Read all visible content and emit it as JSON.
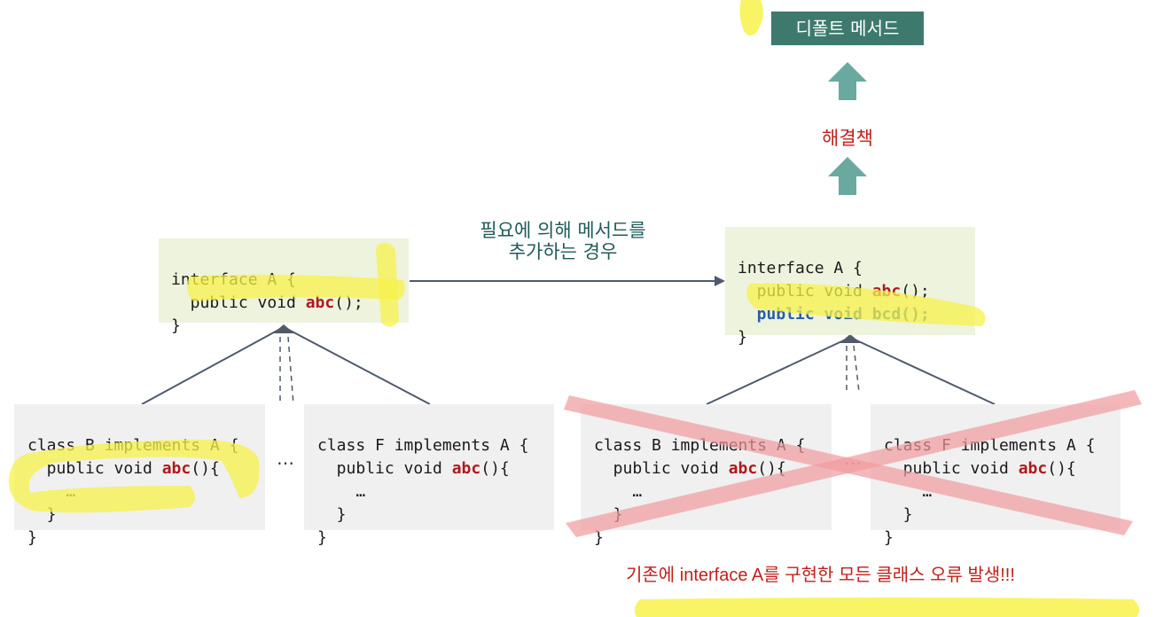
{
  "colors": {
    "interface_bg": "#eef3dd",
    "class_bg": "#f0f0f0",
    "badge_bg": "#3d7a6d",
    "arrow_teal": "#6aa9a0",
    "highlight_yellow": "#fbf86a",
    "cross_red": "#f19a9d",
    "method_red": "#b0191c",
    "method_blue": "#2a5ea8"
  },
  "top": {
    "badge": "디폴트 메서드",
    "solution": "해결책"
  },
  "middle_label": {
    "line1": "필요에 의해 메서드를",
    "line2": "추가하는 경우"
  },
  "left": {
    "interface": {
      "line1": "interface A {",
      "line2_prefix": "  public void ",
      "method": "abc",
      "line2_suffix": "();",
      "line3": "}"
    },
    "class_b": {
      "line1": "class B implements A {",
      "line2_prefix": "  public void ",
      "method": "abc",
      "line2_suffix": "(){",
      "line3": "    …",
      "line4": "  }",
      "line5": "}"
    },
    "class_f": {
      "line1": "class F implements A {",
      "line2_prefix": "  public void ",
      "method": "abc",
      "line2_suffix": "(){",
      "line3": "    …",
      "line4": "  }",
      "line5": "}"
    },
    "ellipsis": "…"
  },
  "right": {
    "interface": {
      "line1": "interface A {",
      "line2_prefix": "  public void ",
      "method": "abc",
      "line2_suffix": "();",
      "line3": "  public void bcd();",
      "line4": "}"
    },
    "class_b": {
      "line1": "class B implements A {",
      "line2_prefix": "  public void ",
      "method": "abc",
      "line2_suffix": "(){",
      "line3": "    …",
      "line4": "  }",
      "line5": "}"
    },
    "class_f": {
      "line1": "class F implements A {",
      "line2_prefix": "  public void ",
      "method": "abc",
      "line2_suffix": "(){",
      "line3": "    …",
      "line4": "  }",
      "line5": "}"
    },
    "ellipsis": "…"
  },
  "error_message": "기존에 interface A를 구현한 모든 클래스 오류 발생!!!"
}
